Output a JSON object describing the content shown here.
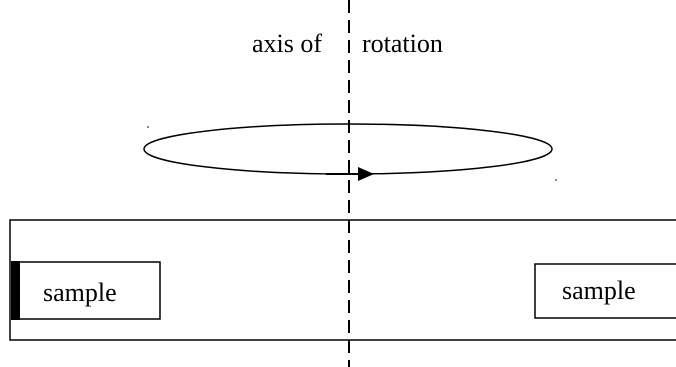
{
  "axis": {
    "label_left": "axis of",
    "label_right": "rotation"
  },
  "samples": {
    "left_label": "sample",
    "right_label": "sample"
  },
  "colors": {
    "stroke": "#000000",
    "background": "#ffffff"
  },
  "rotation_direction": "clockwise-arrow-right"
}
